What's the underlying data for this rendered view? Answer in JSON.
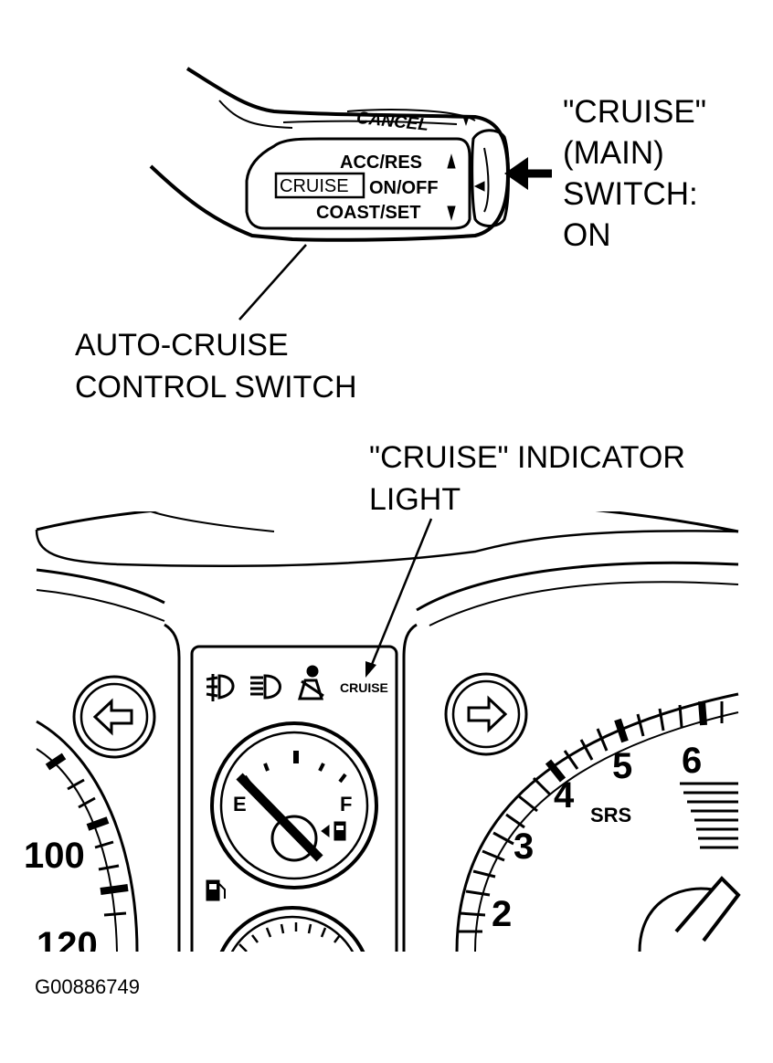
{
  "switch_labels": {
    "cancel": "CANCEL",
    "acc_res": "ACC/RES",
    "cruise": "CRUISE",
    "on_off": "ON/OFF",
    "coast_set": "COAST/SET"
  },
  "callouts": {
    "main_switch": [
      "\"CRUISE\"",
      "(MAIN)",
      "SWITCH:",
      "ON"
    ],
    "control_switch": [
      "AUTO-CRUISE",
      "CONTROL SWITCH"
    ],
    "indicator": [
      "\"CRUISE\" INDICATOR",
      "LIGHT"
    ]
  },
  "cluster": {
    "indicator_label": "CRUISE",
    "fuel_empty": "E",
    "fuel_full": "F",
    "speed_100": "100",
    "speed_120": "120",
    "tach_2": "2",
    "tach_3": "3",
    "tach_4": "4",
    "tach_5": "5",
    "tach_6": "6",
    "srs": "SRS"
  },
  "icons": [
    "fog-light-icon",
    "headlight-icon",
    "seatbelt-icon",
    "fuel-pump-icon",
    "left-turn-signal-icon",
    "right-turn-signal-icon"
  ],
  "figure_code": "G00886749"
}
